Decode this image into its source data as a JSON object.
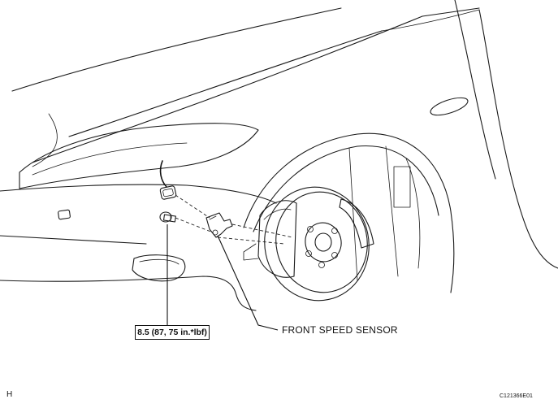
{
  "diagram": {
    "torque_spec": "8.5 (87, 75 in.*lbf)",
    "part_label": "FRONT SPEED SENSOR",
    "view_letter": "H",
    "figure_code": "C121366E01",
    "colors": {
      "ink": "#1a1a1a",
      "background": "#ffffff"
    },
    "icons": [
      "connector-icon",
      "bolt-icon",
      "speed-sensor-icon",
      "brake-disc-icon"
    ]
  }
}
